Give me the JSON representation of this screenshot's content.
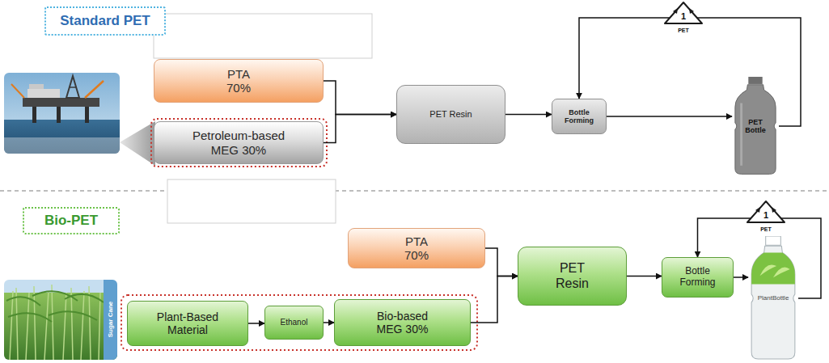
{
  "diagram": {
    "nodes": [
      {
        "text": [
          "Standard PET"
        ]
      },
      {
        "text": [
          "PTA 70%"
        ]
      },
      {
        "text": [
          "Petroleum-based MEG 30%"
        ]
      },
      {
        "text": [
          "PET Resin"
        ]
      },
      {
        "text": [
          "Bottle Forming"
        ]
      },
      {
        "text": [
          "PET Bottle"
        ]
      },
      {
        "text": [
          "Bio-PET"
        ]
      },
      {
        "text": [
          "PTA 70%"
        ]
      },
      {
        "text": [
          "Plant-Based Material"
        ]
      },
      {
        "text": [
          "Ethanol"
        ]
      },
      {
        "text": [
          "Bio-based MEG 30%"
        ]
      },
      {
        "text": [
          "PET Resin"
        ]
      },
      {
        "text": [
          "Bottle Forming"
        ]
      },
      {
        "text": [
          "PlantBottle"
        ]
      }
    ],
    "edges": [
      {
        "from": 1,
        "to": 3,
        "arrow": "to"
      },
      {
        "from": 2,
        "to": 3,
        "arrow": "to"
      },
      {
        "from": 3,
        "to": 4,
        "arrow": "to"
      },
      {
        "from": 4,
        "to": 5,
        "arrow": "to"
      },
      {
        "from": 5,
        "to": 4,
        "arrow": "to"
      },
      {
        "from": 8,
        "to": 9,
        "arrow": "to"
      },
      {
        "from": 9,
        "to": 10,
        "arrow": "to"
      },
      {
        "from": 7,
        "to": 11,
        "arrow": "to"
      },
      {
        "from": 10,
        "to": 11,
        "arrow": "to"
      },
      {
        "from": 11,
        "to": 12,
        "arrow": "to"
      },
      {
        "from": 12,
        "to": 13,
        "arrow": "to"
      },
      {
        "from": 13,
        "to": 12,
        "arrow": "to"
      }
    ],
    "labels": [
      "1",
      "PET",
      "1",
      "PET",
      "Sugar Cane"
    ]
  }
}
